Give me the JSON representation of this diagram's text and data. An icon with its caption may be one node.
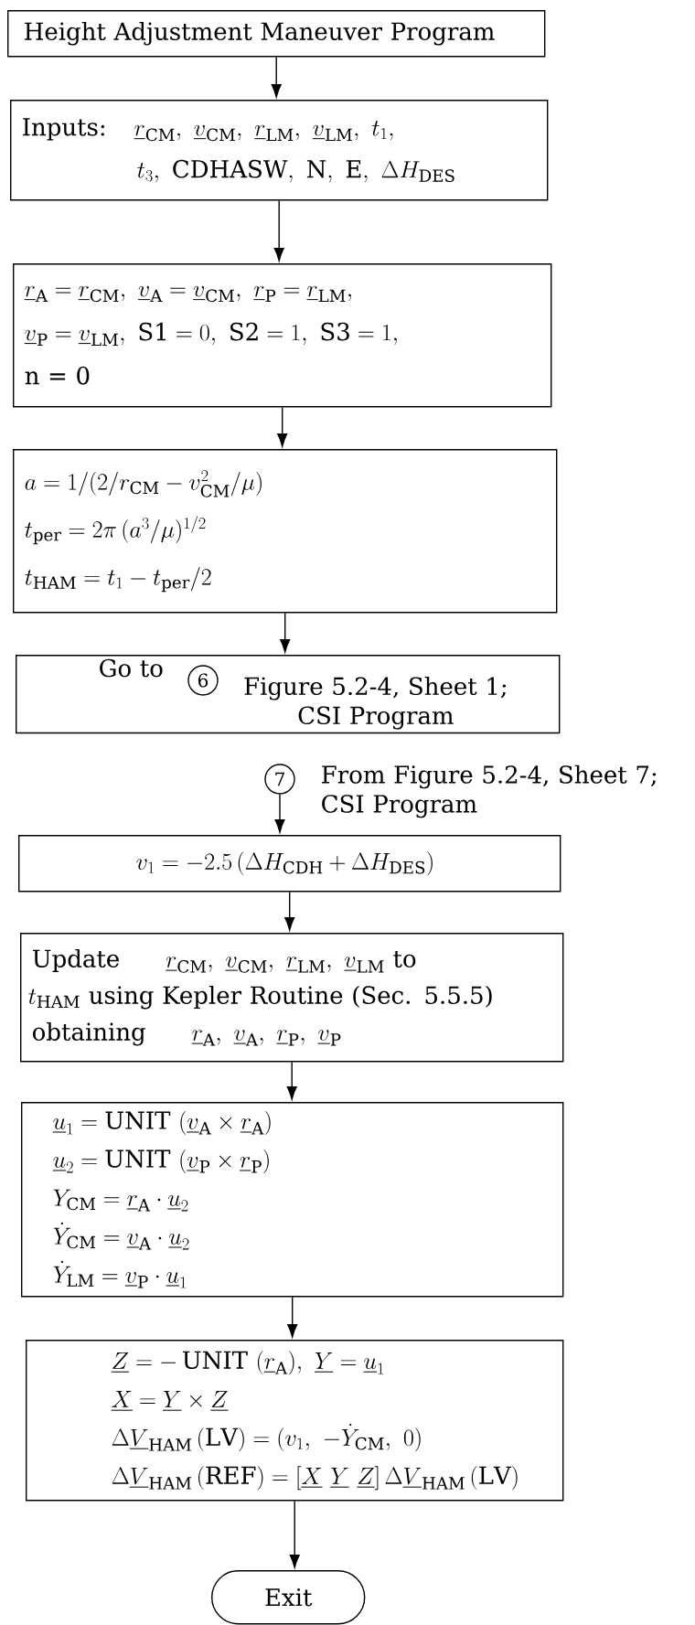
{
  "diagram": {
    "nodes": [
      {
        "text": [
          "Height Adjustment Maneuver Program"
        ]
      },
      {
        "text": [
          "Inputs:",
          "\\underline{r}_{\\mathrm{CM}},\\ \\underline{v}_{\\mathrm{CM}},\\ \\underline{r}_{\\mathrm{LM}},\\ \\underline{v}_{\\mathrm{LM}},\\ t_1,",
          "t_3,\\ \\text{CDHASW},\\ \\text{N},\\ \\text{E},\\ \\Delta H_{\\mathrm{DES}}"
        ]
      },
      {
        "text": [
          "\\underline{r}_{\\mathrm{A}} = \\underline{r}_{\\mathrm{CM}},\\ \\underline{v}_{\\mathrm{A}} = \\underline{v}_{\\mathrm{CM}},\\ \\underline{r}_{\\mathrm{P}} = \\underline{r}_{\\mathrm{LM}},",
          "\\underline{v}_{\\mathrm{P}} = \\underline{v}_{\\mathrm{LM}},\\ \\text{S1} = 0,\\ \\text{S2} = 1,\\ \\text{S3} = 1,",
          "n = 0"
        ]
      },
      {
        "text": [
          "a = 1/(2/r_{\\mathrm{CM}} - v_{\\mathrm{CM}}^{2}/\\mu)",
          "t_{\\mathrm{per}} = 2\\pi\\,(a^{3}/\\mu)^{1/2}",
          "t_{\\mathrm{HAM}} = t_1 - t_{\\mathrm{per}}/2"
        ]
      },
      {
        "text": [
          "Go to",
          "Figure 5.2-4, Sheet 1; CSI Program"
        ]
      },
      {
        "text": [
          "6"
        ],
        "in": 4
      },
      {
        "text": [
          "7"
        ],
        "beside": [
          "From Figure 5.2-4, Sheet 7; CSI Program"
        ]
      },
      {
        "text": [
          "v_1 = -2.5\\,(\\Delta H_{\\mathrm{CDH}} + \\Delta H_{\\mathrm{DES}})"
        ]
      },
      {
        "text": [
          "Update",
          "\\underline{r}_{\\mathrm{CM}},\\ \\underline{v}_{\\mathrm{CM}},\\ \\underline{r}_{\\mathrm{LM}},\\ \\underline{v}_{\\mathrm{LM}}\\ \\text{to}",
          "t_{\\mathrm{HAM}}\\ \\text{using Kepler Routine (Sec. 5.5.5)}",
          "obtaining",
          "\\underline{r}_{\\mathrm{A}},\\ \\underline{v}_{\\mathrm{A}},\\ \\underline{r}_{\\mathrm{P}},\\ \\underline{v}_{\\mathrm{P}}"
        ]
      },
      {
        "text": [
          "\\underline{u}_1 = \\text{UNIT }(\\underline{v}_{\\mathrm{A}} \\times \\underline{r}_{\\mathrm{A}})",
          "\\underline{u}_2 = \\text{UNIT }(\\underline{v}_{\\mathrm{P}} \\times \\underline{r}_{\\mathrm{P}})",
          "Y_{\\mathrm{CM}} = \\underline{r}_{\\mathrm{A}} \\cdot \\underline{u}_2",
          "\\dot{Y}_{\\mathrm{CM}} = \\underline{v}_{\\mathrm{A}} \\cdot \\underline{u}_2",
          "\\dot{Y}_{\\mathrm{LM}} = \\underline{v}_{\\mathrm{P}} \\cdot \\underline{u}_1"
        ]
      },
      {
        "text": [
          "\\underline{Z} = -\\,\\text{UNIT }(\\underline{r}_{\\mathrm{A}}),\\ \\underline{Y} = \\underline{u}_1",
          "\\underline{X} = \\underline{Y} \\times \\underline{Z}",
          "\\Delta\\underline{V}_{\\mathrm{HAM}}\\,(\\mathrm{LV}) = (v_1,\\ -\\dot{Y}_{\\mathrm{CM}},\\ 0)",
          "\\Delta\\underline{V}_{\\mathrm{HAM}}\\,(\\mathrm{REF}) = [\\underline{X}\\ \\underline{Y}\\ \\underline{Z}]\\,\\Delta\\underline{V}_{\\mathrm{HAM}}\\,(\\mathrm{LV})"
        ]
      },
      {
        "text": [
          "Exit"
        ]
      }
    ],
    "edges": [
      {
        "from": 0,
        "to": 1,
        "arrow": "to"
      },
      {
        "from": 1,
        "to": 2,
        "arrow": "to"
      },
      {
        "from": 2,
        "to": 3,
        "arrow": "to"
      },
      {
        "from": 3,
        "to": 4,
        "arrow": "to"
      },
      {
        "from": 6,
        "to": 7,
        "arrow": "to"
      },
      {
        "from": 7,
        "to": 8,
        "arrow": "to"
      },
      {
        "from": 8,
        "to": 9,
        "arrow": "to"
      },
      {
        "from": 9,
        "to": 10,
        "arrow": "to"
      },
      {
        "from": 10,
        "to": 11,
        "arrow": "to"
      }
    ]
  }
}
